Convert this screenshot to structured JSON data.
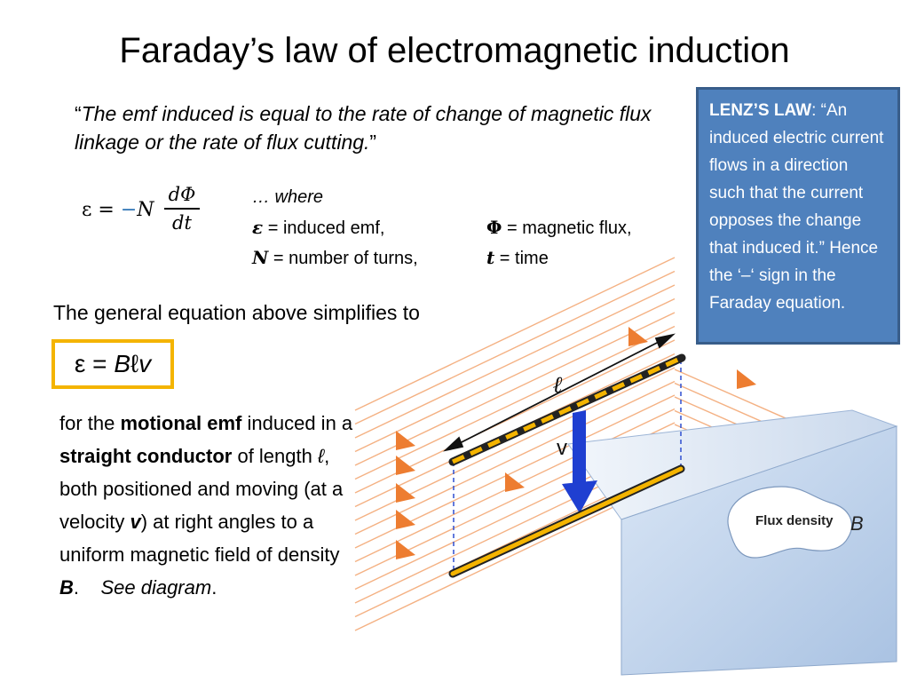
{
  "title": "Faraday’s law of electromagnetic induction",
  "quote": {
    "open": "“",
    "text": "The emf induced is equal to the rate of change of magnetic flux linkage or the rate of flux cutting.",
    "close": "”"
  },
  "formula": {
    "lhs": "ε = ",
    "minus": "−",
    "n": "N",
    "numerator": "dΦ",
    "denominator": "dt"
  },
  "where": {
    "heading": "… where",
    "emf_symbol": "ε",
    "emf_text": " = induced emf,",
    "flux_symbol": "Φ",
    "flux_text": " = magnetic flux,",
    "turns_symbol": "N",
    "turns_text": " = number of turns,",
    "time_symbol": "t",
    "time_text": " = time"
  },
  "lenz": {
    "label": "LENZ’S LAW",
    "text": ": “An induced electric current flows in a direction such that the current opposes the change that induced it.” Hence the ‘–‘ sign in the Faraday equation."
  },
  "simplify": "The general equation above simplifies to",
  "equation_box": {
    "prefix": "ε = ",
    "b": "B",
    "l": "ℓ",
    "v": "v"
  },
  "description": {
    "p1": "for the ",
    "b1": "motional emf",
    "p2": " induced in a ",
    "b2": "straight conductor",
    "p3": " of length ",
    "l_symbol": "ℓ",
    "p4": ", both positioned and moving (at a velocity ",
    "v_symbol": "v",
    "p5": ") at right angles to a uniform magnetic field of density ",
    "b_symbol": "B",
    "p6": ".    ",
    "see": "See diagram",
    "p7": "."
  },
  "diagram": {
    "length_label": "ℓ",
    "velocity_label": "v",
    "flux_label": "Flux density",
    "b_label": "B",
    "colors": {
      "field_lines": "#f4b183",
      "arrowheads": "#ed7d31",
      "conductor": "#f4b400",
      "velocity_arrow": "#1f3fd1",
      "plate": "#c5d9f1",
      "dashes": "#2f4fd0"
    }
  }
}
